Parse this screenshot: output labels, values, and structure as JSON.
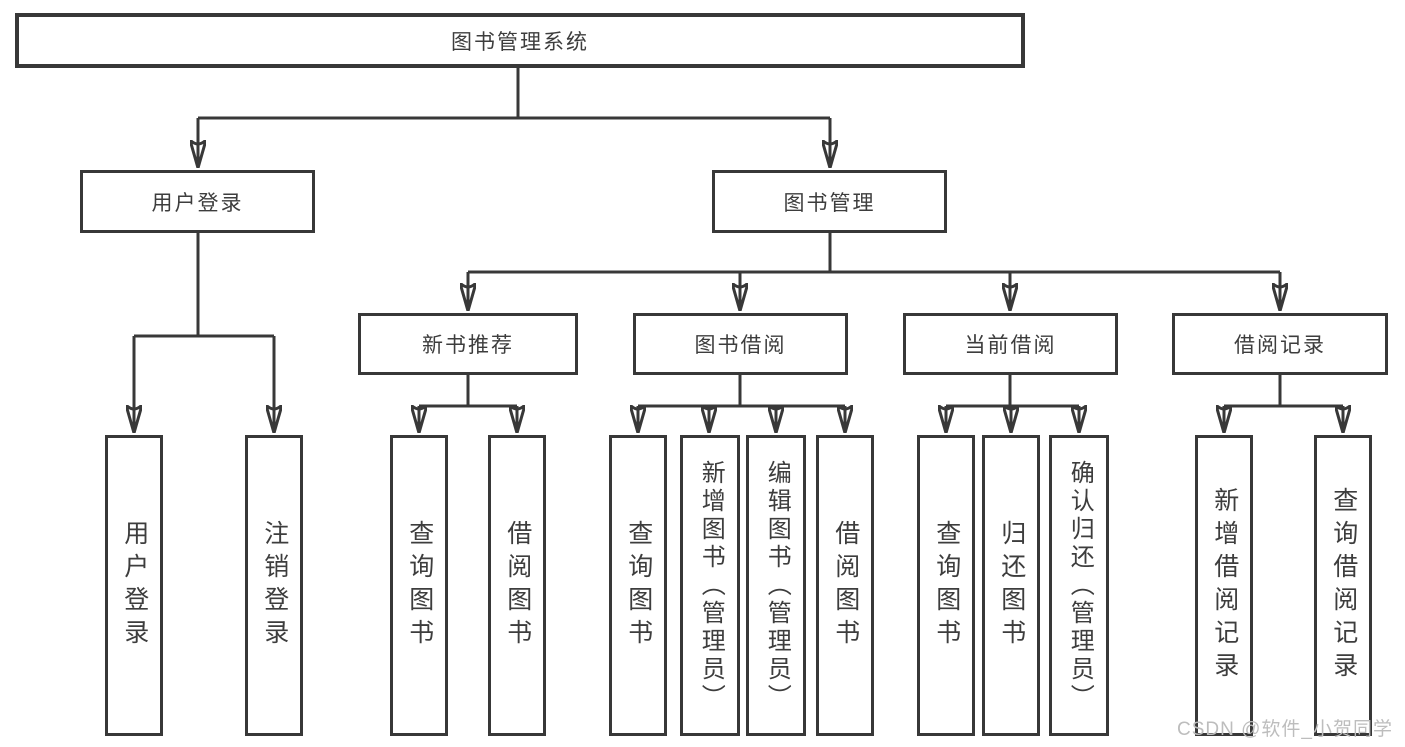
{
  "tree": {
    "root": {
      "label": "图书管理系统",
      "children": [
        {
          "label": "用户登录",
          "children": [
            {
              "label": "用户登录"
            },
            {
              "label": "注销登录"
            }
          ]
        },
        {
          "label": "图书管理",
          "children": [
            {
              "label": "新书推荐",
              "children": [
                {
                  "label": "查询图书"
                },
                {
                  "label": "借阅图书"
                }
              ]
            },
            {
              "label": "图书借阅",
              "children": [
                {
                  "label": "查询图书"
                },
                {
                  "label": "新增图书（管理员）"
                },
                {
                  "label": "编辑图书（管理员）"
                },
                {
                  "label": "借阅图书"
                }
              ]
            },
            {
              "label": "当前借阅",
              "children": [
                {
                  "label": "查询图书"
                },
                {
                  "label": "归还图书"
                },
                {
                  "label": "确认归还（管理员）"
                }
              ]
            },
            {
              "label": "借阅记录",
              "children": [
                {
                  "label": "新增借阅记录"
                },
                {
                  "label": "查询借阅记录"
                }
              ]
            }
          ]
        }
      ]
    }
  },
  "watermark": {
    "text": "CSDN @软件_小贺同学"
  },
  "colors": {
    "line": "#383838",
    "box_border": "#383838",
    "box_fill": "#ffffff",
    "text": "#3d3d3d",
    "watermark": "#bdbdbd",
    "background": "#ffffff"
  }
}
